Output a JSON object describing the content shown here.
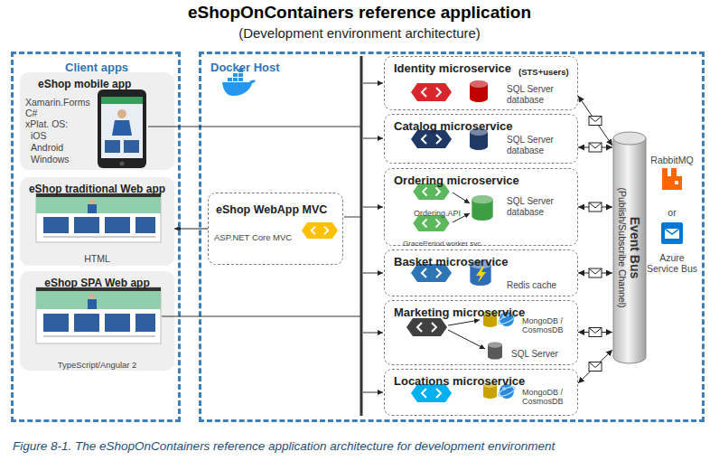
{
  "diagram": {
    "title": "eShopOnContainers reference application",
    "caption": "Figure 8-1. The eShopOnContainers reference application architecture for development environment",
    "nodes": [
      {
        "text": [
          "Client apps"
        ]
      },
      {
        "text": [
          "eShop mobile app",
          "Xamarin.Forms",
          "C#",
          "xPlat. OS:",
          "iOS",
          "Android",
          "Windows"
        ],
        "in": 0
      },
      {
        "text": [
          "eShop traditional Web app",
          "HTML"
        ],
        "in": 0
      },
      {
        "text": [
          "eShop SPA Web app",
          "TypeScript/Angular 2"
        ],
        "in": 0
      },
      {
        "text": [
          "Docker Host"
        ]
      },
      {
        "text": [
          "eShop WebApp MVC",
          "ASP.NET Core MVC"
        ],
        "in": 4
      },
      {
        "text": [
          "Identity microservice",
          "(STS+users)",
          "SQL Server database"
        ],
        "in": 4
      },
      {
        "text": [
          "Catalog microservice",
          "SQL Server database"
        ],
        "in": 4
      },
      {
        "text": [
          "Ordering microservice",
          "Ordering.API",
          "GracePeriod worker svc.",
          "SQL Server database"
        ],
        "in": 4
      },
      {
        "text": [
          "Basket microservice",
          "Redis cache"
        ],
        "in": 4
      },
      {
        "text": [
          "Marketing microservice",
          "MongoDB / CosmosDB",
          "SQL Server"
        ],
        "in": 4
      },
      {
        "text": [
          "Locations microservice",
          "MongoDB / CosmosDB"
        ],
        "in": 4
      },
      {
        "text": [
          "Event Bus",
          "(Publish/Subscribe Channel)"
        ],
        "in": 4
      }
    ],
    "edges": [
      {
        "from": 5,
        "to": 2,
        "arrow": "to"
      },
      {
        "from": 6,
        "to": 12,
        "arrow": "both"
      },
      {
        "from": 7,
        "to": 12,
        "arrow": "both"
      },
      {
        "from": 8,
        "to": 12,
        "arrow": "both"
      },
      {
        "from": 9,
        "to": 12,
        "arrow": "both"
      },
      {
        "from": 10,
        "to": 12,
        "arrow": "both"
      },
      {
        "from": 11,
        "to": 12,
        "arrow": "both"
      }
    ],
    "labels": [
      "(Development environment architecture)",
      "RabbitMQ",
      "or",
      "Azure Service Bus"
    ]
  }
}
